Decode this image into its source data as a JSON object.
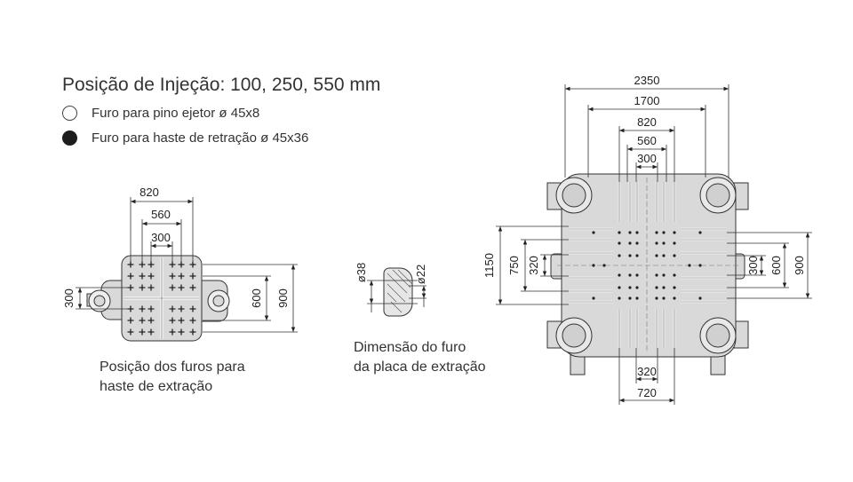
{
  "header": {
    "title": "Posição de Injeção: 100, 250, 550 mm"
  },
  "legend": [
    {
      "label": "Furo para pino ejetor ø 45x8",
      "symbol": "hollow-circle"
    },
    {
      "label": "Furo para haste de retração ø 45x36",
      "symbol": "filled-circle"
    }
  ],
  "left_diagram": {
    "caption_line1": "Posição dos furos para",
    "caption_line2": "haste de extração",
    "dims": {
      "top_outer": "820",
      "top_mid": "560",
      "top_inner": "300",
      "left": "300",
      "right_inner": "600",
      "right_outer": "900"
    }
  },
  "middle_diagram": {
    "caption_line1": "Dimensão do furo",
    "caption_line2": "da placa de extração",
    "dims": {
      "outer_diameter": "ø38",
      "inner_diameter": "ø22"
    }
  },
  "right_diagram": {
    "dims": {
      "top_1": "2350",
      "top_2": "1700",
      "top_3": "820",
      "top_4": "560",
      "top_5": "300",
      "left_outer": "1150",
      "left_mid": "750",
      "left_inner": "320",
      "right_inner": "300",
      "right_mid": "600",
      "right_outer": "900",
      "bottom_inner": "320",
      "bottom_outer": "720"
    }
  },
  "colors": {
    "line": "#333333",
    "plate_fill": "#d9d9d9",
    "filled_dot": "#1d1d1d"
  }
}
